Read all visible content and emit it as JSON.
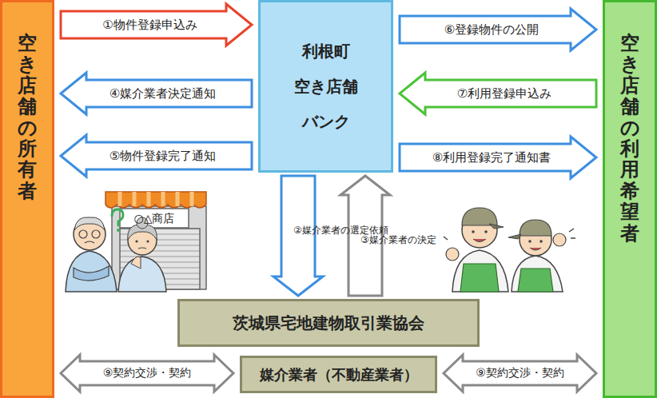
{
  "diagram": {
    "nodes": [
      {
        "text": [
          "空き店舗の所有者"
        ]
      },
      {
        "text": [
          "利根町 空き店舗 バンク"
        ]
      },
      {
        "text": [
          "空き店舗の利用希望者"
        ]
      },
      {
        "text": [
          "茨城県宅地建物取引業協会"
        ]
      },
      {
        "text": [
          "媒介業者（不動産業者）"
        ]
      }
    ],
    "edges": [
      {
        "from": 0,
        "to": 1,
        "label": "①物件登録申込み",
        "arrow": "to"
      },
      {
        "from": 1,
        "to": 0,
        "label": "④媒介業者決定通知",
        "arrow": "to"
      },
      {
        "from": 1,
        "to": 0,
        "label": "⑤物件登録完了通知",
        "arrow": "to"
      },
      {
        "from": 1,
        "to": 2,
        "label": "⑥登録物件の公開",
        "arrow": "to"
      },
      {
        "from": 2,
        "to": 1,
        "label": "⑦利用登録申込み",
        "arrow": "to"
      },
      {
        "from": 1,
        "to": 2,
        "label": "⑧利用登録完了通知書",
        "arrow": "to"
      },
      {
        "from": 1,
        "to": 3,
        "label": "②媒介業者の選定依頼",
        "arrow": "to"
      },
      {
        "from": 3,
        "to": 1,
        "label": "③媒介業者の決定",
        "arrow": "to"
      },
      {
        "from": 0,
        "to": 4,
        "label": "⑨契約交渉・契約",
        "arrow": "both"
      },
      {
        "from": 4,
        "to": 2,
        "label": "⑨契約交渉・契約",
        "arrow": "both"
      }
    ],
    "labels": [
      "○△商店"
    ]
  }
}
